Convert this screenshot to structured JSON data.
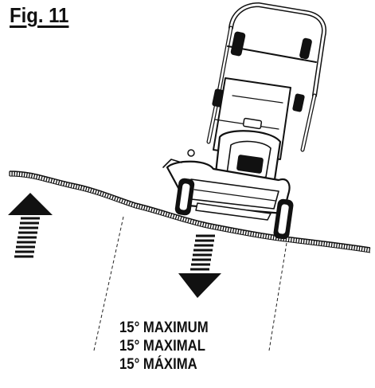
{
  "figure": {
    "title": "Fig. 11"
  },
  "caption": {
    "lines": [
      "15° MAXIMUM",
      "15° MAXIMAL",
      "15° MÁXIMA"
    ]
  },
  "icons": {
    "up_arrow": "hatched-up-arrow-icon",
    "down_arrow": "hatched-down-arrow-icon"
  },
  "colors": {
    "ink": "#111111",
    "background": "#ffffff"
  }
}
